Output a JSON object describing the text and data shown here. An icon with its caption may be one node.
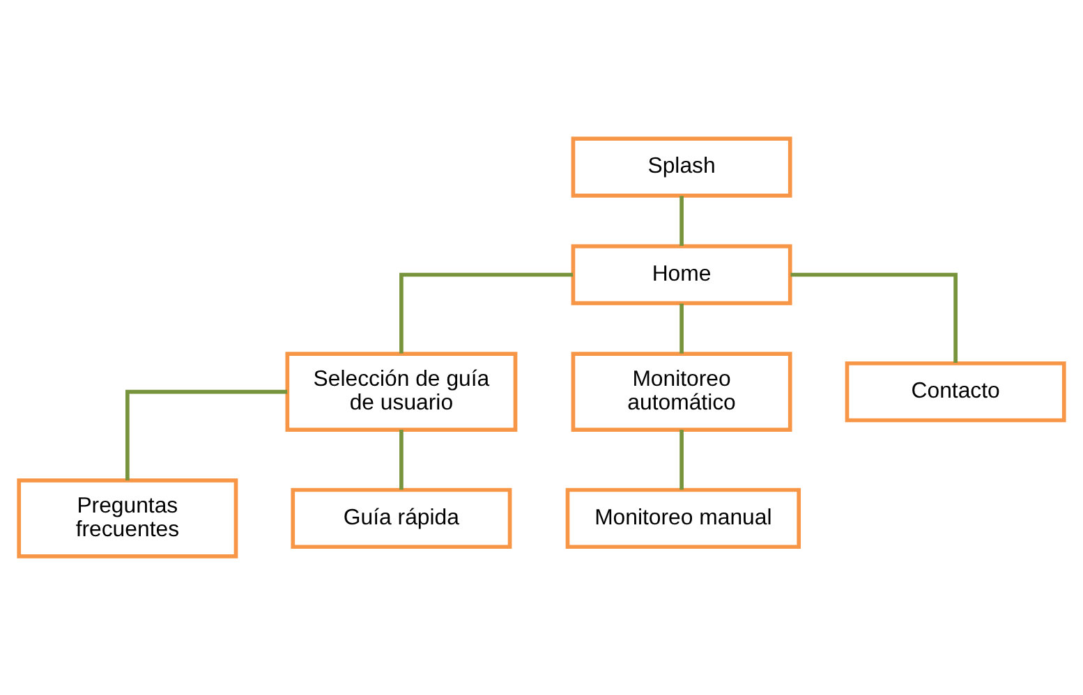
{
  "diagram": {
    "nodes": [
      {
        "text": [
          "Splash"
        ]
      },
      {
        "text": [
          "Home"
        ]
      },
      {
        "text": [
          "Selección de guía de usuario"
        ]
      },
      {
        "text": [
          "Monitoreo automático"
        ]
      },
      {
        "text": [
          "Contacto"
        ]
      },
      {
        "text": [
          "Preguntas frecuentes"
        ]
      },
      {
        "text": [
          "Guía rápida"
        ]
      },
      {
        "text": [
          "Monitoreo manual"
        ]
      }
    ],
    "edges": [
      {
        "from": 0,
        "to": 1,
        "arrow": "none"
      },
      {
        "from": 1,
        "to": 2,
        "arrow": "none"
      },
      {
        "from": 1,
        "to": 3,
        "arrow": "none"
      },
      {
        "from": 1,
        "to": 4,
        "arrow": "none"
      },
      {
        "from": 2,
        "to": 5,
        "arrow": "none"
      },
      {
        "from": 2,
        "to": 6,
        "arrow": "none"
      },
      {
        "from": 3,
        "to": 7,
        "arrow": "none"
      }
    ]
  }
}
